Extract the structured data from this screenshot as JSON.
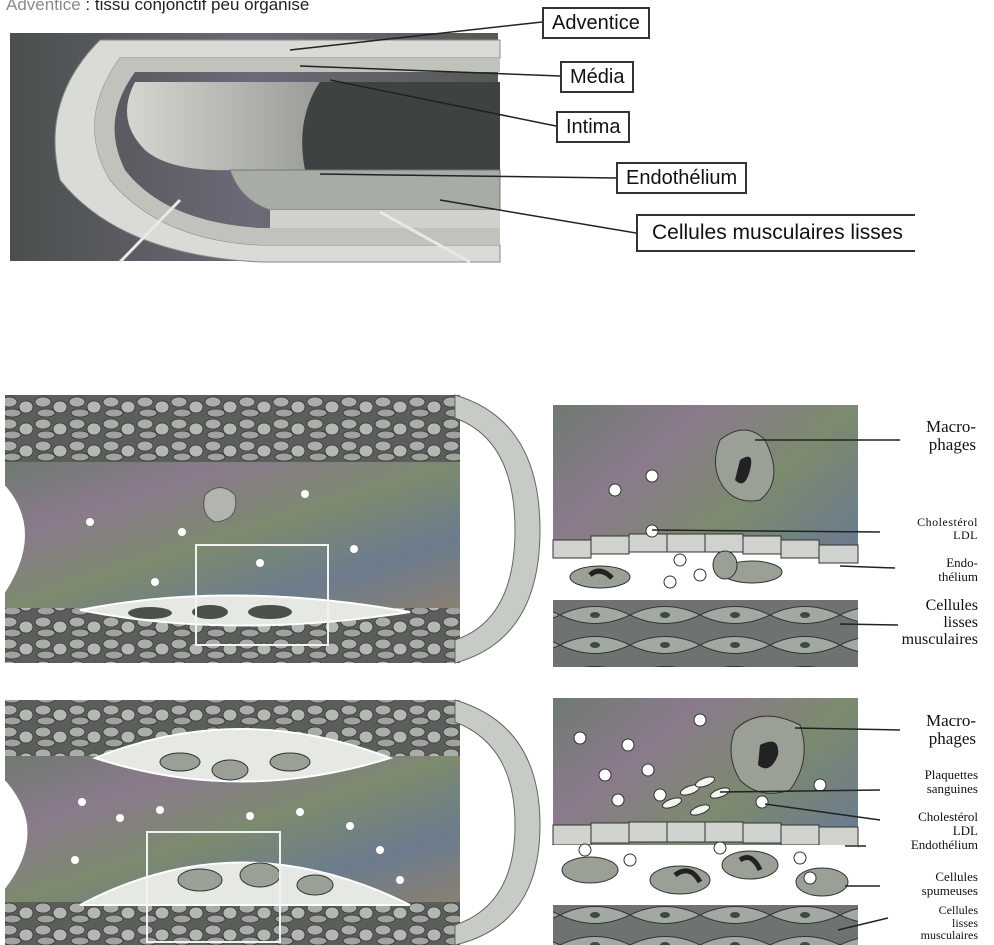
{
  "top_caption": {
    "term": "Adventice",
    "rest": " : tissu conjonctif peu organisé"
  },
  "artery_labels": [
    "Adventice",
    "Média",
    "Intima",
    "Endothélium",
    "Cellules musculaires lisses"
  ],
  "panel_healthy_labels": {
    "macrophages": [
      "Macro-",
      "phages"
    ],
    "ldl": [
      "Cholestérol",
      "LDL"
    ],
    "endothelium": [
      "Endo-",
      "thélium"
    ],
    "smc": [
      "Cellules",
      "lisses",
      "musculaires"
    ]
  },
  "panel_plaque_labels": {
    "macrophages": [
      "Macro-",
      "phages"
    ],
    "platelets": [
      "Plaquettes",
      "sanguines"
    ],
    "ldl": [
      "Cholestérol",
      "LDL"
    ],
    "endothelium": "Endothélium",
    "foam": [
      "Cellules",
      "spumeuses"
    ],
    "smc": [
      "Cellules",
      "lisses",
      "musculaires"
    ]
  }
}
